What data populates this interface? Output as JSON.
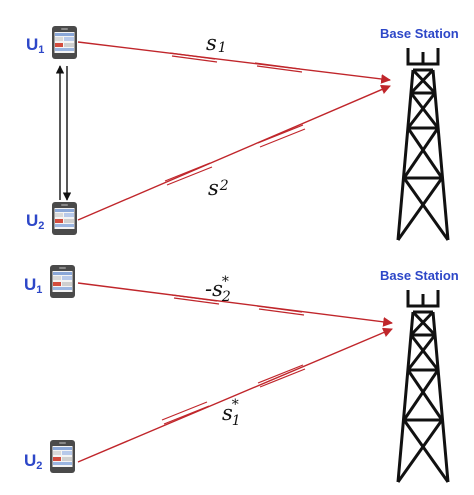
{
  "colors": {
    "signal": "#c0262b",
    "label": "#2d47c8",
    "tower": "#111111"
  },
  "panel_top": {
    "user1_label": {
      "main": "U",
      "sub": "1"
    },
    "user2_label": {
      "main": "U",
      "sub": "2"
    },
    "base_station_label": "Base Station",
    "signal_1": {
      "main": "s",
      "sub": "1"
    },
    "signal_2": {
      "main": "s",
      "sub": "2"
    },
    "has_cooperation_link": true
  },
  "panel_bottom": {
    "user1_label": {
      "main": "U",
      "sub": "1"
    },
    "user2_label": {
      "main": "U",
      "sub": "2"
    },
    "base_station_label": "Base Station",
    "signal_1": {
      "prefix": "-",
      "main": "s",
      "sup": "*",
      "sub": "2"
    },
    "signal_2": {
      "main": "s",
      "sup": "*",
      "sub": "1"
    }
  },
  "icons": [
    "mobile-phone-icon",
    "base-station-tower-icon",
    "arrow-icon"
  ]
}
